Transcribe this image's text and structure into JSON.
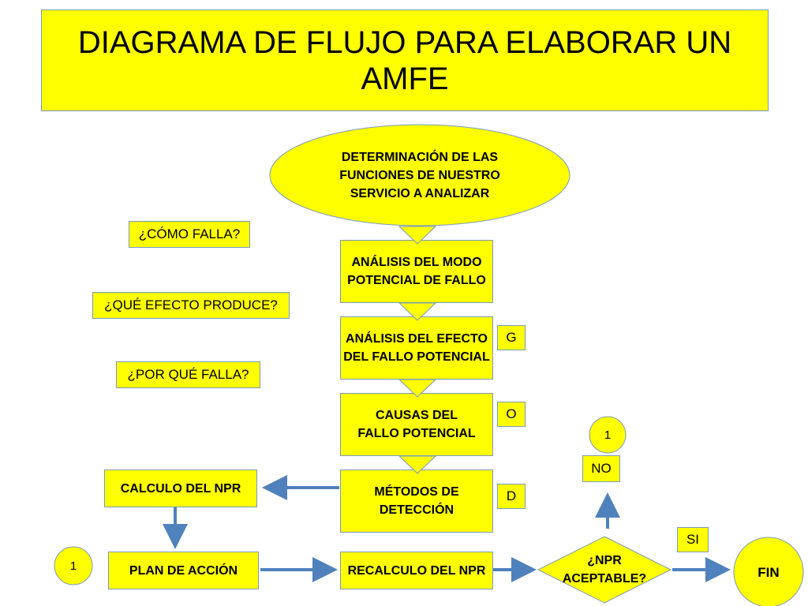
{
  "title": "DIAGRAMA DE FLUJO PARA ELABORAR UN AMFE",
  "colors": {
    "fill": "#ffff00",
    "border": "#7a9abf",
    "arrow": "#4f81bd"
  },
  "nodes": {
    "start": "DETERMINACIÓN DE LAS\nFUNCIONES DE NUESTRO\nSERVICIO A ANALIZAR",
    "failure_mode": "ANÁLISIS DEL MODO\nPOTENCIAL DE FALLO",
    "failure_effect": "ANÁLISIS DEL EFECTO\nDEL FALLO POTENCIAL",
    "causes": "CAUSAS DEL\nFALLO POTENCIAL",
    "detection": "MÉTODOS DE\nDETECCIÓN",
    "npr_calc": "CALCULO DEL NPR",
    "action_plan": "PLAN DE ACCIÓN",
    "npr_recalc": "RECALCULO DEL NPR",
    "decision": "¿NPR\nACEPTABLE?",
    "end": "FIN"
  },
  "questions": {
    "how": "¿CÓMO FALLA?",
    "effect": "¿QUÉ EFECTO PRODUCE?",
    "why": "¿POR QUÉ FALLA?"
  },
  "ratings": {
    "g": "G",
    "o": "O",
    "d": "D"
  },
  "branches": {
    "no": "NO",
    "yes": "SI"
  },
  "connectors": {
    "top": "1",
    "left": "1"
  }
}
